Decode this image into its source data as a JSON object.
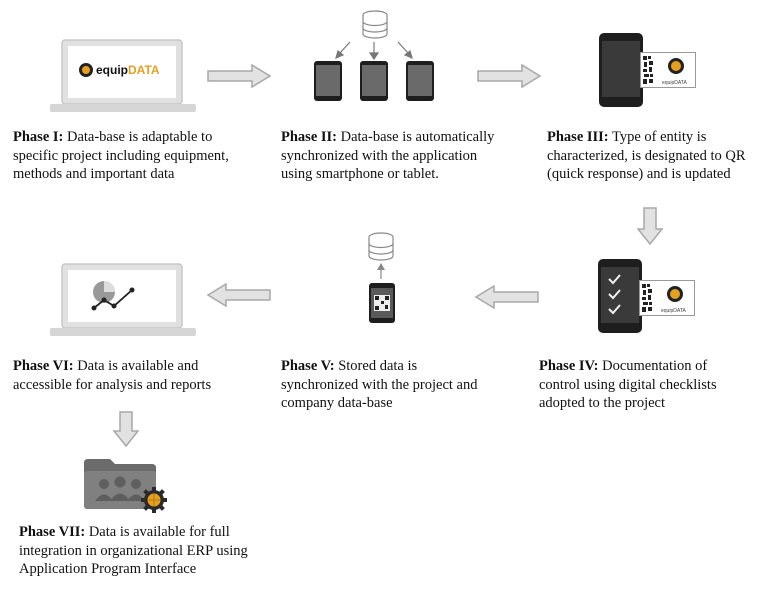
{
  "phases": [
    {
      "title": "Phase I:",
      "desc": "Data-base is adaptable to specific project including equipment, methods and important data"
    },
    {
      "title": "Phase II:",
      "desc": "Data-base is automatically synchronized with the application using smartphone or tablet."
    },
    {
      "title": "Phase III:",
      "desc": "Type of entity is characterized, is designated to QR (quick response) and is updated"
    },
    {
      "title": "Phase IV:",
      "desc": "Documentation of control using digital checklists adopted  to the project"
    },
    {
      "title": "Phase V:",
      "desc": "Stored data is synchronized with  the project and company data-base"
    },
    {
      "title": "Phase VI:",
      "desc": "Data is available and accessible for analysis and reports"
    },
    {
      "title": "Phase VII:",
      "desc": "Data is available for full integration in organizational ERP using Application Program Interface"
    }
  ],
  "logo": {
    "prefix": "equip",
    "suffix": "DATA"
  },
  "colors": {
    "arrow": "#d0d0d0",
    "arrow_stroke": "#a8a8a8",
    "device": "#2a2a2a",
    "laptop": "#dcdcdc",
    "gear": "#e6a020"
  }
}
